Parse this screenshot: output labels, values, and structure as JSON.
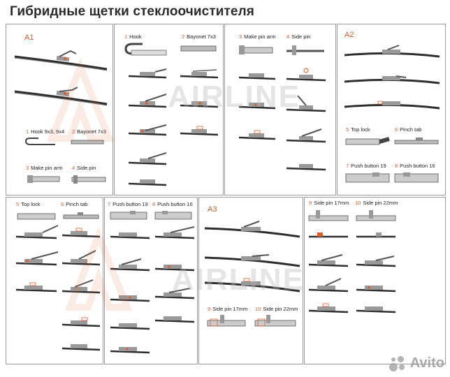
{
  "title": "Гибридные щетки стеклоочистителя",
  "watermark": "AIRLINE",
  "avito": "Avito",
  "colors": {
    "accent": "#e05a2b",
    "blade": "#2e2e2e",
    "border": "#9a9a9a"
  },
  "panels": {
    "p1": {
      "heading": "A1",
      "items": [
        {
          "n": "1",
          "label": "Hook 9x3, 9x4"
        },
        {
          "n": "2",
          "label": "Bayonet 7x3"
        },
        {
          "n": "3",
          "label": "Make pin arm"
        },
        {
          "n": "4",
          "label": "Side pin"
        }
      ]
    },
    "p2": {
      "items": [
        {
          "n": "1",
          "label": "Hook"
        },
        {
          "n": "2",
          "label": "Bayonet 7x3"
        }
      ]
    },
    "p3": {
      "items": [
        {
          "n": "3",
          "label": "Make pin arm"
        },
        {
          "n": "4",
          "label": "Side pin"
        }
      ]
    },
    "p4": {
      "heading": "A2",
      "items": [
        {
          "n": "5",
          "label": "Top lock"
        },
        {
          "n": "6",
          "label": "Pinch tab"
        },
        {
          "n": "7",
          "label": "Push button 19"
        },
        {
          "n": "8",
          "label": "Push button 16"
        }
      ]
    },
    "p5": {
      "items": [
        {
          "n": "5",
          "label": "Top lock"
        },
        {
          "n": "6",
          "label": "Pinch tab"
        }
      ]
    },
    "p6": {
      "items": [
        {
          "n": "7",
          "label": "Push button 19"
        },
        {
          "n": "8",
          "label": "Push button 16"
        }
      ]
    },
    "p7": {
      "heading": "A3",
      "items": [
        {
          "n": "9",
          "label": "Side pin 17mm"
        },
        {
          "n": "10",
          "label": "Side pin 22mm"
        }
      ]
    },
    "p8": {
      "items": [
        {
          "n": "9",
          "label": "Side pin 17mm"
        },
        {
          "n": "10",
          "label": "Side pin 22mm"
        }
      ]
    }
  }
}
